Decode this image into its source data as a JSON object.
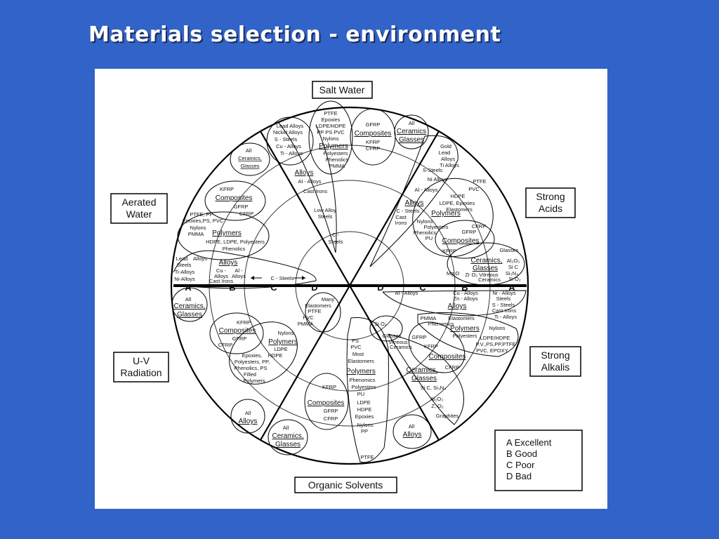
{
  "title": "Materials selection - environment",
  "environments": {
    "salt_water": "Salt Water",
    "strong_acids": [
      "Strong",
      "Acids"
    ],
    "strong_alkalis": [
      "Strong",
      "Alkalis"
    ],
    "organic_solvents": "Organic Solvents",
    "uv_radiation": [
      "U-V",
      "Radiation"
    ],
    "aerated_water": [
      "Aerated",
      "Water"
    ]
  },
  "ring_labels": {
    "a": "A",
    "b": "B",
    "c": "C",
    "d": "D"
  },
  "legend": [
    "A  Excellent",
    "B  Good",
    "C  Poor",
    "D  Bad"
  ],
  "salt_water": {
    "alloys_list": [
      "Lead Alloys",
      "Nickel Alloys",
      "S - Steels",
      "Cu - Alloys",
      "Ti - Alloys"
    ],
    "polymers_list": [
      "PTFE",
      "Epoxies",
      "LDPE/HDPE",
      "PP  PS PVC",
      "Nylons"
    ],
    "polymers_heading": "Polymers",
    "polymers_more": [
      "Polyesters",
      "Phenolics",
      "PMMA"
    ],
    "composites_top": "GFRP",
    "composites_heading": "Composites",
    "composites_list": [
      "KFRP",
      "CFRP"
    ],
    "ceramics_all": "All",
    "ceramics_heading": [
      "Ceramics",
      "Glasses"
    ],
    "alloys_heading": "Alloys",
    "alloys_more": [
      "Al - Alloys",
      "Cast Irons"
    ],
    "low_alloy": [
      "Low Alloy",
      "Steels"
    ],
    "c_steels": [
      "C -",
      "Steels"
    ]
  },
  "aerated_water": {
    "ceramics_all": "All",
    "ceramics_heading": [
      "Ceramics,",
      "Glasses"
    ],
    "composites_top": "KFRP",
    "composites_heading": "Composites",
    "composites_list": [
      "GFRP",
      "CFRP"
    ],
    "polymers_list": [
      "PTFE, PP",
      "Epoxies,PS, PVC",
      "Nylons",
      "PMMA"
    ],
    "polymers_heading": "Polymers",
    "polymers_more": [
      "HDPE, LDPE, Polyesters",
      "Phenolics"
    ],
    "alloys_list": [
      "Lead",
      "Steels",
      "Ti-Alloys",
      "Ni-Alloys"
    ],
    "alloys_mid": "Alloys",
    "alloys_heading": "Alloys",
    "cu_al": [
      "Cu -",
      "Alloys",
      "Cast Irons"
    ],
    "al": [
      "Al -",
      "Alloys"
    ],
    "c_steels": "C - Steels"
  },
  "strong_acids": {
    "group_a": [
      "Gold",
      "Lead",
      "Alloys",
      "Ti Alloys"
    ],
    "s_steels": "S-Steels",
    "ni_alloys": "Ni Alloys",
    "al_alloys": "Al - Alloys",
    "alloys_heading": "Alloys",
    "c_steels": [
      "C - Steels",
      "Cast",
      "Irons"
    ],
    "polymers_list": [
      "PTFE",
      "PVC",
      "HDPE",
      "LDPE, Epoxies",
      "Elastomers"
    ],
    "polymers_heading": "Polymers",
    "polymers_more": [
      "Nylons",
      "Polyesters",
      "Phenolics",
      "PU"
    ],
    "composites_top": [
      "CFRP",
      "GFRP"
    ],
    "composites_heading": "Composites",
    "composites_list": "KFRP",
    "glasses": "Glasses",
    "ceramics_heading": [
      "Ceramics,",
      "Glasses"
    ],
    "ceramics_list": [
      "Al₂O₃",
      "Si  C",
      "Si₃N₄",
      "Si  O₂"
    ],
    "mgo": "Mg O",
    "zro": "Zr O₂ Vitreous",
    "ceramics_word": "Ceramics"
  },
  "strong_alkalis": {
    "al_alloys": "Al - Alloys",
    "cu_zn": [
      "Cu - Alloys",
      "Zn - Alloys"
    ],
    "alloys_heading": "Alloys",
    "ni_list": [
      "Ni - Alloys",
      "Steels",
      "S - Steels",
      "Cast Irons",
      "Ti - Alloys"
    ],
    "polymers_list": [
      "PMMA",
      "Phenomics"
    ],
    "polymers_heading": "Polymers",
    "elastomers": "Elastomers",
    "nylons": "Nylons",
    "polyesters": "Polyesters",
    "polymers_more": [
      "LDPE/HDPE",
      "P.V.,PS,PP,PTFE",
      "PVC, EPOXY"
    ],
    "sio2": "Si O₂",
    "glasses": [
      "Glasses",
      "Vitreous",
      "Ceramics"
    ],
    "gfrp": "GFRP",
    "kfrp": "KFRP",
    "composites_heading": "Composites",
    "cfrp": "CFRP",
    "ceramics_heading": [
      "Ceramics,",
      "Glasses"
    ],
    "ceramics_list": [
      "Si C, Si₃N₄",
      "Al₂O₃",
      "Z, O₂",
      "Graphites"
    ]
  },
  "organic_solvents": {
    "polymers_list": [
      "PS",
      "PVC",
      "Most",
      "Elastomers"
    ],
    "polymers_heading": "Polymers",
    "polymers_more": [
      "Phenomics",
      "Polyesters",
      "PU",
      "LDPE",
      "HDPE",
      "Epoxies",
      "Nylons",
      "PP"
    ],
    "ptfe": "PTFE",
    "kfrp": "KFRP",
    "composites_heading": "Composites",
    "composites_list": [
      "GFRP",
      "CFRP"
    ],
    "ceramics_all": "All",
    "ceramics_heading": [
      "Ceramics,",
      "Glasses"
    ],
    "alloys_all": "All",
    "alloys_heading": "Alloys"
  },
  "uv_radiation": {
    "elastomers": [
      "Many",
      "Elastomers",
      "PTFE",
      "PVC",
      "PMMA"
    ],
    "nylons": "Nylons",
    "polymers_heading": "Polymers",
    "polymers_list": [
      "LDPE",
      "HDPE",
      "Epoxies,",
      "Polyesters, PP,",
      "Phenolics, PS",
      "Filled",
      "Polymers"
    ],
    "kfrp": "KFRP",
    "composites_heading": "Composites",
    "composites_list": [
      "GFRP",
      "CFRP"
    ],
    "ceramics_all": "All",
    "ceramics_heading": [
      "Ceramics,",
      "Glasses"
    ],
    "alloys_all": "All",
    "alloys_heading": "Alloys"
  }
}
